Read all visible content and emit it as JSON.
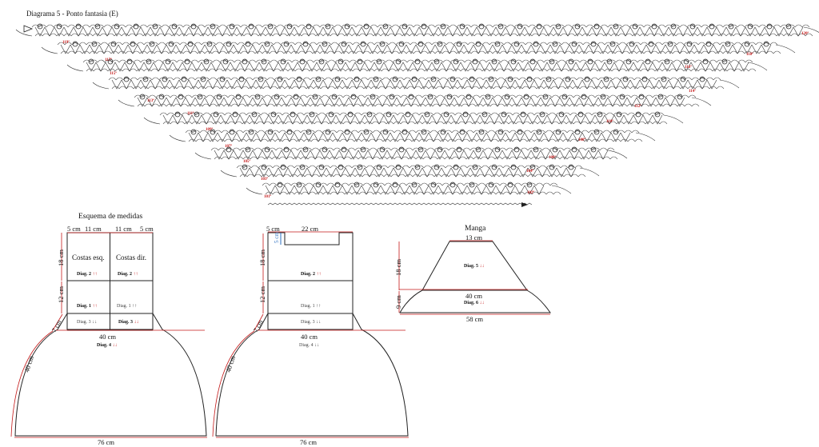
{
  "chart": {
    "title": "Diagrama 5 - Ponto fantasia (E)",
    "rows_right": [
      "120ª",
      "118ª",
      "116ª",
      "114ª",
      "112ª",
      "110ª",
      "108ª",
      "106ª",
      "104ª",
      "102ª"
    ],
    "rows_left": [
      "119ª",
      "117ª",
      "115ª",
      "113ª",
      "111ª",
      "109ª",
      "107ª",
      "105ª",
      "103ª",
      "101ª"
    ]
  },
  "schema": {
    "title": "Esquema de medidas",
    "back": {
      "top_dims": [
        "5 cm",
        "11 cm",
        "11 cm",
        "5 cm"
      ],
      "side_18": "18 cm",
      "side_12": "12 cm",
      "side_7": "7 cm",
      "side_40": "40 cm",
      "left_piece": "Costas esq.",
      "right_piece": "Costas dir.",
      "waist": "40 cm",
      "bottom": "76 cm",
      "diag2_left": "Diag. 2",
      "diag2_right": "Diag. 2",
      "diag1_left": "Diag. 1",
      "diag1_right": "Diag. 1",
      "diag3_left": "Diag. 3",
      "diag3_right": "Diag. 3",
      "diag4": "Diag. 4"
    },
    "front": {
      "top_5": "5 cm",
      "top_22": "22 cm",
      "neck_5": "5 cm",
      "side_18": "18 cm",
      "side_12": "12 cm",
      "side_7": "7 cm",
      "side_40": "40 cm",
      "diag2": "Diag. 2",
      "diag1": "Diag. 1",
      "diag3": "Diag. 3",
      "waist": "40 cm",
      "diag4": "Diag. 4",
      "bottom": "76 cm"
    },
    "sleeve": {
      "title": "Manga",
      "top": "13 cm",
      "side_18": "18 cm",
      "side_9": "9 cm",
      "diag5": "Diag. 5",
      "mid": "40 cm",
      "diag6": "Diag. 6",
      "bottom": "58 cm"
    },
    "arrows": {
      "up": "↑↑",
      "down": "↓↓"
    },
    "colors": {
      "accent": "#c41818",
      "dim_line": "#c41818",
      "neck": "#2a6fc0"
    }
  }
}
